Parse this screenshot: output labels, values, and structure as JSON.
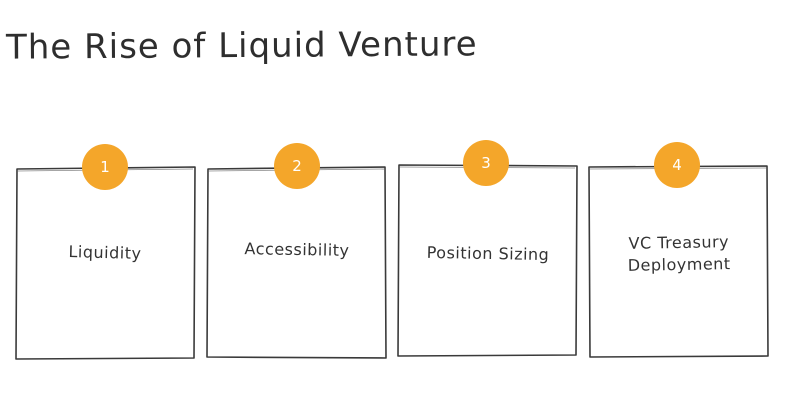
{
  "title": "The Rise of Liquid Venture",
  "accent_color": "#F4A62A",
  "cards": [
    {
      "number": "1",
      "label": "Liquidity"
    },
    {
      "number": "2",
      "label": "Accessibility"
    },
    {
      "number": "3",
      "label": "Position Sizing"
    },
    {
      "number": "4",
      "label": "VC Treasury\nDeployment"
    }
  ]
}
